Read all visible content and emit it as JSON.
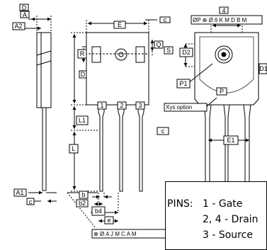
{
  "labels": {
    "D": "D",
    "A": "A",
    "A2": "A2",
    "E": "E",
    "Q": "Q",
    "S": "S",
    "R": "R",
    "D1": "D1",
    "E1": "E1",
    "L1": "L1",
    "L": "L",
    "A1": "A1",
    "c": "c",
    "b": "b",
    "b2": "b2",
    "b4": "b4",
    "e": "e",
    "D2": "D2",
    "P": "P",
    "P1": "P1",
    "pin1": "1",
    "pin2": "2",
    "pin3": "3",
    "pin4": "4"
  },
  "callouts": {
    "top_right": "ØP  ⊕ Ø.6 K M D B M",
    "bottom_center": "⊕ Ø.4 J M C A M",
    "xys_option": "Xys option"
  },
  "pins": {
    "header": "PINS:",
    "line1": "1 - Gate",
    "line2": "2, 4 - Drain",
    "line3": "3 - Source"
  }
}
